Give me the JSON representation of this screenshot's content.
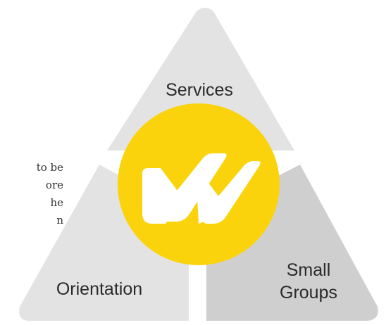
{
  "diagram": {
    "segments": [
      {
        "id": "top",
        "label": "Services",
        "color": "#e3e3e4"
      },
      {
        "id": "left",
        "label": "Orientation",
        "color": "#e3e3e4"
      },
      {
        "id": "right",
        "label_lines": [
          "Small",
          "Groups"
        ],
        "color": "#cfcfd0"
      }
    ],
    "center": {
      "icon": "w-logo",
      "color": "#fbd30d"
    },
    "label_color": "#2a2a2a"
  },
  "body_text_lines": [
    "to be",
    "ore",
    "he",
    "n"
  ]
}
